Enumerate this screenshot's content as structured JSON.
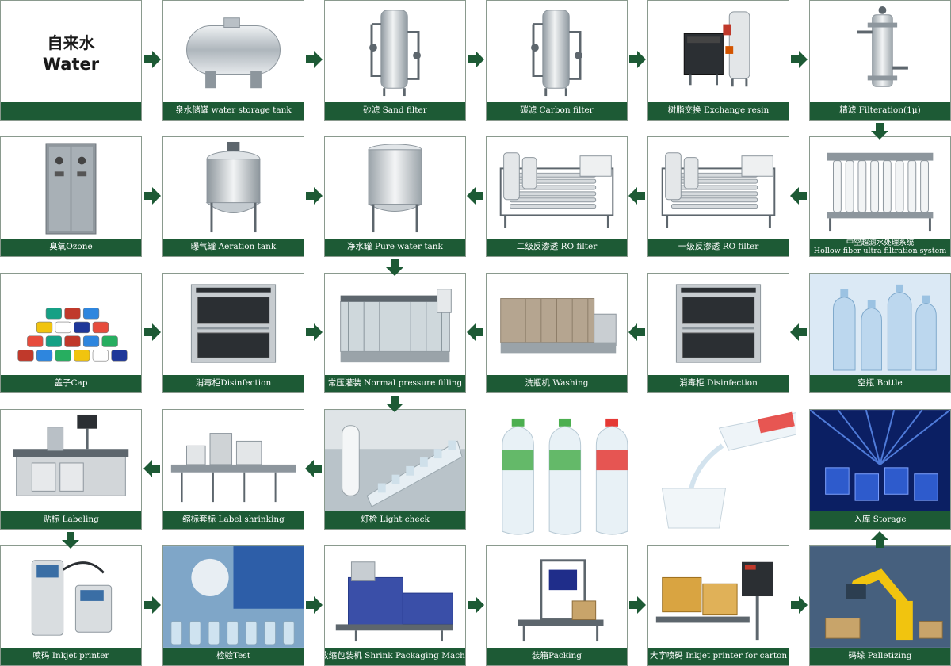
{
  "colors": {
    "label_bg": "#1d5a35",
    "arrow": "#1d5a35",
    "border": "#8a9a8e"
  },
  "start": {
    "zh": "自来水",
    "en": "Water"
  },
  "steps": [
    {
      "id": "storage-tank",
      "label": "泉水储罐 water storage tank",
      "icon": "tank-icon"
    },
    {
      "id": "sand-filter",
      "label": "砂滤 Sand filter",
      "icon": "column-filter-icon"
    },
    {
      "id": "carbon-filter",
      "label": "碳滤 Carbon filter",
      "icon": "column-filter-icon"
    },
    {
      "id": "exchange-resin",
      "label": "树脂交换 Exchange resin",
      "icon": "resin-unit-icon"
    },
    {
      "id": "filteration",
      "label": "精滤 Filteration(1μ)",
      "icon": "precision-filter-icon"
    },
    {
      "id": "ozone",
      "label": "臭氧Ozone",
      "icon": "ozone-cabinet-icon"
    },
    {
      "id": "aeration-tank",
      "label": "曝气罐 Aeration tank",
      "icon": "mixing-tank-icon"
    },
    {
      "id": "pure-water-tank",
      "label": "净水罐 Pure water tank",
      "icon": "vertical-tank-icon"
    },
    {
      "id": "ro-filter-2",
      "label": "二级反渗透 RO filter",
      "icon": "ro-system-icon"
    },
    {
      "id": "ro-filter-1",
      "label": "一级反渗透 RO filter",
      "icon": "ro-system-icon"
    },
    {
      "id": "hollow-fiber",
      "label_zh": "中空超滤水处理系统",
      "label_en": "Hollow fiber ultra filtration system",
      "icon": "ultra-filter-icon"
    },
    {
      "id": "cap",
      "label": "盖子Cap",
      "icon": "caps-icon"
    },
    {
      "id": "disinfection-left",
      "label": "消毒柜Disinfection",
      "icon": "disinfection-cabinet-icon"
    },
    {
      "id": "normal-pressure-filling",
      "label": "常压灌装 Normal pressure filling",
      "icon": "filling-machine-icon"
    },
    {
      "id": "washing",
      "label": "洗瓶机 Washing",
      "icon": "washing-machine-icon"
    },
    {
      "id": "disinfection-right",
      "label": "消毒柜 Disinfection",
      "icon": "disinfection-cabinet-icon"
    },
    {
      "id": "bottle",
      "label": "空瓶 Bottle",
      "icon": "bottles-icon"
    },
    {
      "id": "labeling",
      "label": "贴标 Labeling",
      "icon": "labeling-machine-icon"
    },
    {
      "id": "label-shrinking",
      "label": "缩标套标 Label shrinking",
      "icon": "shrink-sleeve-icon"
    },
    {
      "id": "light-check",
      "label": "灯检 Light check",
      "icon": "light-check-icon"
    },
    {
      "id": "storage",
      "label": "入库 Storage",
      "icon": "warehouse-icon"
    },
    {
      "id": "inkjet-printer",
      "label": "喷码 Inkjet printer",
      "icon": "inkjet-printer-icon"
    },
    {
      "id": "test",
      "label": "检验Test",
      "icon": "inspection-icon"
    },
    {
      "id": "shrink-packaging",
      "label": "热收缩包装机 Shrink Packaging Machine",
      "icon": "shrink-wrapper-icon"
    },
    {
      "id": "packing",
      "label": "装箱Packing",
      "icon": "case-packer-icon"
    },
    {
      "id": "carton-printer",
      "label": "大字喷码 Inkjet printer for carton",
      "icon": "carton-printer-icon"
    },
    {
      "id": "palletizing",
      "label": "码垛 Palletizing",
      "icon": "palletizer-robot-icon"
    }
  ],
  "showcase": [
    {
      "id": "product-bottles",
      "icon": "water-bottles-icon"
    },
    {
      "id": "pouring-water",
      "icon": "pouring-water-icon"
    }
  ]
}
